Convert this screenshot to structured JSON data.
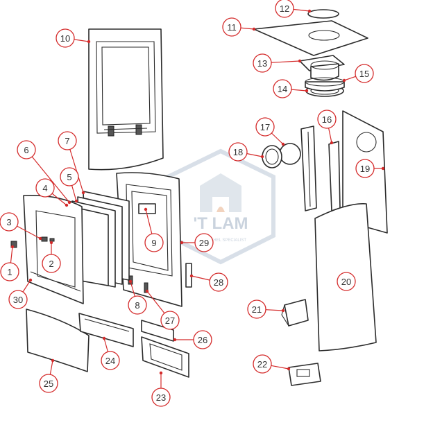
{
  "watermark": {
    "brand": "'T LAM",
    "tagline": "KACHEL SPECIALIST"
  },
  "callouts": [
    {
      "id": "1",
      "label": "1"
    },
    {
      "id": "2",
      "label": "2"
    },
    {
      "id": "3",
      "label": "3"
    },
    {
      "id": "4",
      "label": "4"
    },
    {
      "id": "5",
      "label": "5"
    },
    {
      "id": "6",
      "label": "6"
    },
    {
      "id": "7",
      "label": "7"
    },
    {
      "id": "8",
      "label": "8"
    },
    {
      "id": "9",
      "label": "9"
    },
    {
      "id": "10",
      "label": "10"
    },
    {
      "id": "11",
      "label": "11"
    },
    {
      "id": "12",
      "label": "12"
    },
    {
      "id": "13",
      "label": "13"
    },
    {
      "id": "14",
      "label": "14"
    },
    {
      "id": "15",
      "label": "15"
    },
    {
      "id": "16",
      "label": "16"
    },
    {
      "id": "17",
      "label": "17"
    },
    {
      "id": "18",
      "label": "18"
    },
    {
      "id": "19",
      "label": "19"
    },
    {
      "id": "20",
      "label": "20"
    },
    {
      "id": "21",
      "label": "21"
    },
    {
      "id": "22",
      "label": "22"
    },
    {
      "id": "23",
      "label": "23"
    },
    {
      "id": "24",
      "label": "24"
    },
    {
      "id": "25",
      "label": "25"
    },
    {
      "id": "26",
      "label": "26"
    },
    {
      "id": "27",
      "label": "27"
    },
    {
      "id": "28",
      "label": "28"
    },
    {
      "id": "29",
      "label": "29"
    },
    {
      "id": "30",
      "label": "30"
    }
  ],
  "colors": {
    "callout_stroke": "#d42a2a",
    "part_stroke": "#2b2b2b",
    "watermark": "#b9c6d6"
  }
}
